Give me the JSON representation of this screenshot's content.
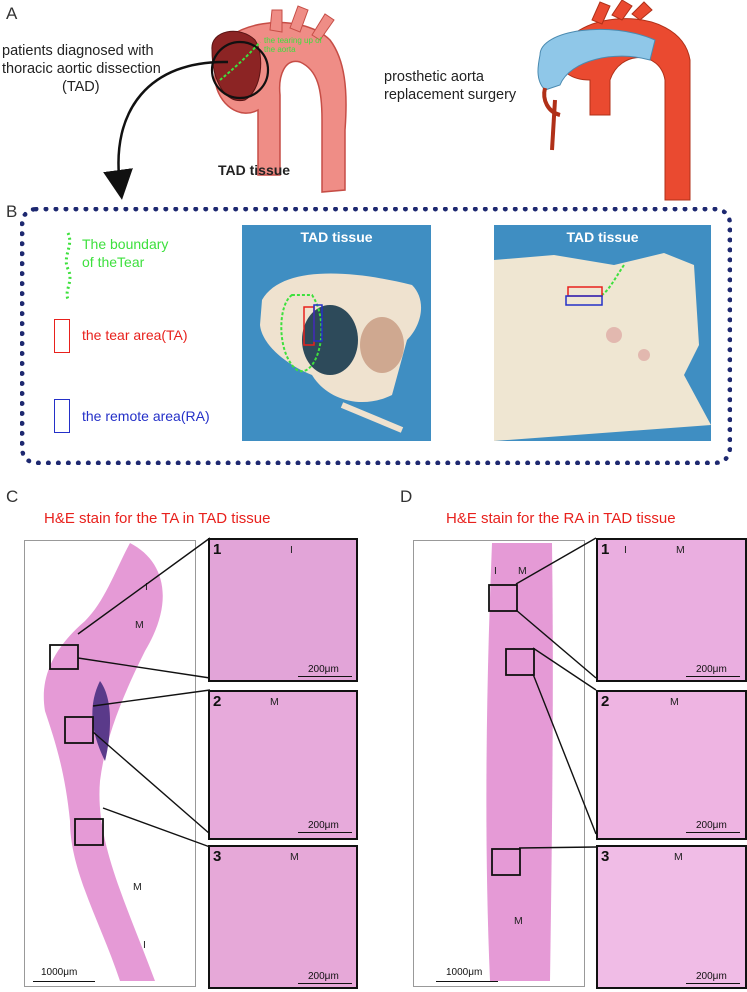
{
  "panels": {
    "a": "A",
    "b": "B",
    "c": "C",
    "d": "D"
  },
  "panelA": {
    "left_caption_lines": [
      "patients diagnosed with",
      "thoracic aortic dissection",
      "(TAD)"
    ],
    "tear_note": "the tearing up of the aorta",
    "tissue_label": "TAD tissue",
    "right_caption_lines": [
      "prosthetic aorta",
      "replacement surgery"
    ]
  },
  "panelB": {
    "legend": {
      "boundary_lines": [
        "The boundary",
        "of theTear"
      ],
      "tear_area": "the tear area(TA)",
      "remote_area": "the remote area(RA)"
    },
    "photo1_title": "TAD tissue",
    "photo2_title": "TAD tissue"
  },
  "panelC": {
    "title": "H&E stain for the TA in TAD tissue",
    "overview_labels": [
      "I",
      "M",
      "M",
      "I"
    ],
    "overview_scale": "1000μm",
    "tiles": [
      {
        "num": "1",
        "labels": [
          "I"
        ],
        "scale": "200μm"
      },
      {
        "num": "2",
        "labels": [
          "M"
        ],
        "scale": "200μm"
      },
      {
        "num": "3",
        "labels": [
          "M"
        ],
        "scale": "200μm"
      }
    ]
  },
  "panelD": {
    "title": "H&E stain for the RA in TAD tissue",
    "overview_labels": [
      "I",
      "M",
      "M"
    ],
    "overview_scale": "1000μm",
    "tiles": [
      {
        "num": "1",
        "labels": [
          "I",
          "M"
        ],
        "scale": "200μm"
      },
      {
        "num": "2",
        "labels": [
          "M"
        ],
        "scale": "200μm"
      },
      {
        "num": "3",
        "labels": [
          "M"
        ],
        "scale": "200μm"
      }
    ]
  },
  "colors": {
    "tear_red": "#e8211d",
    "remote_blue": "#2430c8",
    "boundary_green": "#3ee03e",
    "dotted_border": "#1d2870",
    "stain_pink": "#e59ad6",
    "photo_blue": "#3f8ec2"
  }
}
